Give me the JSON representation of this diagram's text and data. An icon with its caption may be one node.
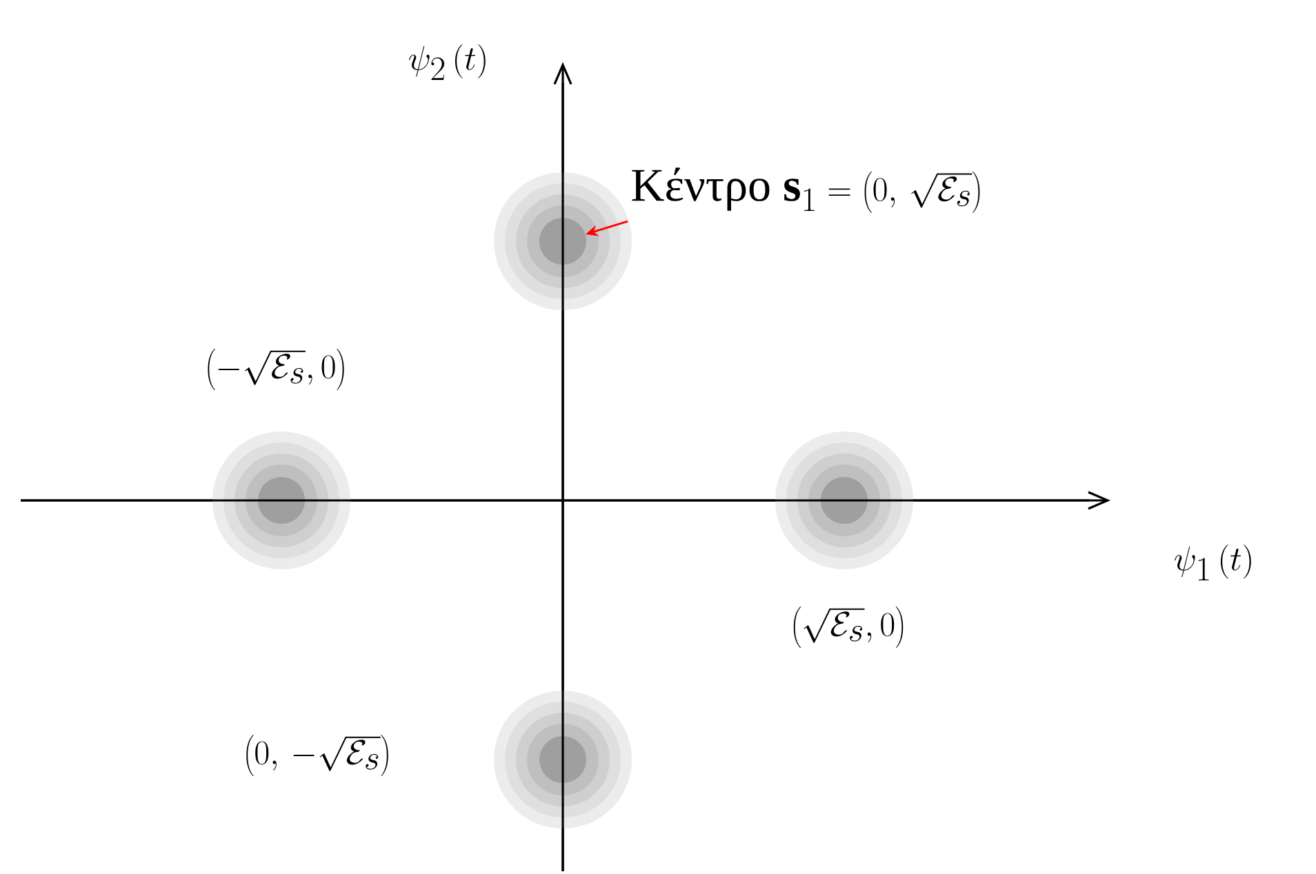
{
  "diagram": {
    "nodes": [
      {
        "text": [
          "Κέντρο",
          "\\mathbf{s}_1=\\left(0,\\,\\sqrt{\\mathcal{E}_s}\\right)"
        ]
      },
      {
        "text": [],
        "shape": "circle"
      },
      {
        "text": [],
        "shape": "circle"
      },
      {
        "text": [],
        "shape": "circle"
      },
      {
        "text": [],
        "shape": "circle"
      }
    ],
    "edges": [
      {
        "from": 0,
        "to": 1,
        "arrow": "to",
        "color": "#ff0000"
      }
    ],
    "labels": [
      "\\psi_2\\left(t\\right)",
      "\\left(-\\sqrt{\\mathcal{E}_s},0\\right)",
      "\\psi_1\\left(t\\right)",
      "\\left(\\sqrt{\\mathcal{E}_s},0\\right)",
      "\\left(0,\\,-\\sqrt{\\mathcal{E}_s}\\right)"
    ]
  }
}
